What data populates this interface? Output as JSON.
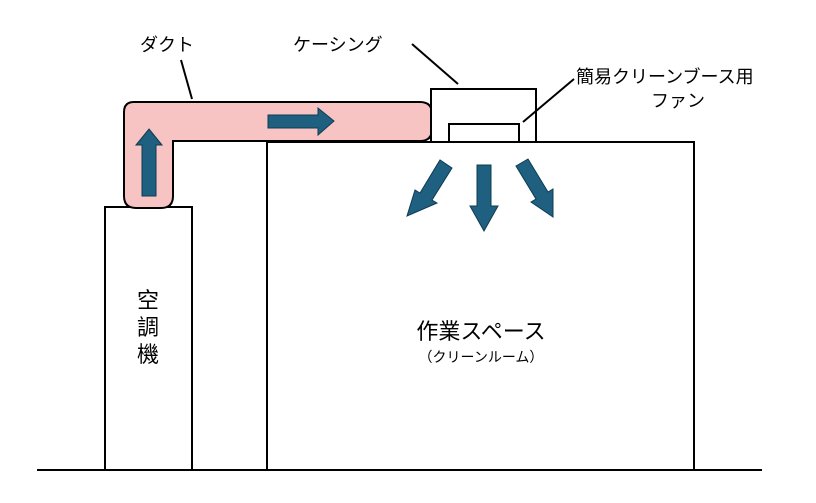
{
  "labels": {
    "duct": "ダクト",
    "casing": "ケーシング",
    "fan_line1": "簡易クリーンブース用",
    "fan_line2": "ファン",
    "ac_char1": "空",
    "ac_char2": "調",
    "ac_char3": "機",
    "workspace": "作業スペース",
    "workspace_sub": "（クリーンルーム）"
  },
  "colors": {
    "duct_fill": "#f8c3c3",
    "arrow_fill": "#1f5f7f",
    "line": "#000000"
  }
}
